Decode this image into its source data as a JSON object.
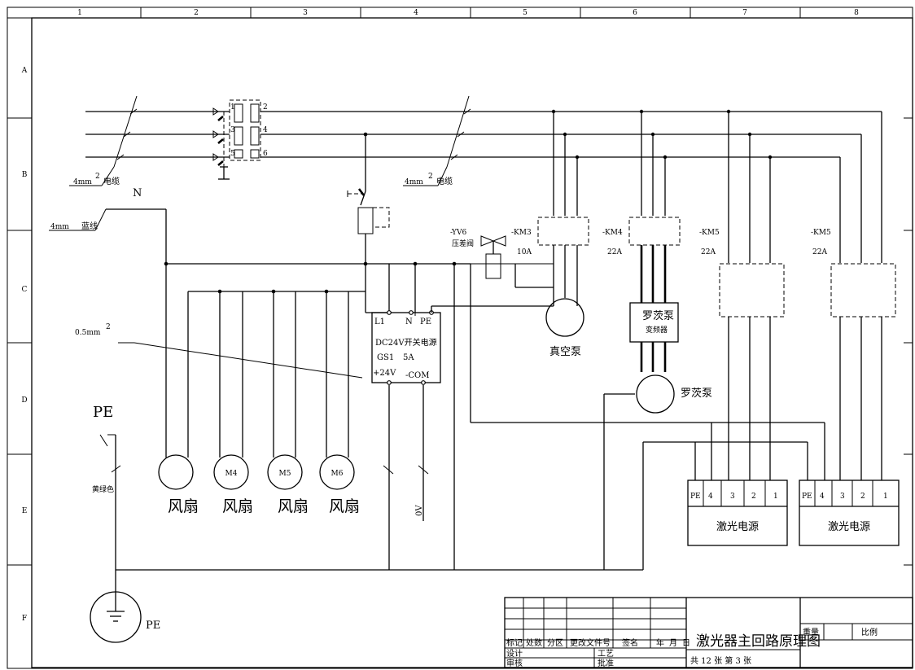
{
  "border": {
    "col_labels": [
      "1",
      "2",
      "3",
      "4",
      "5",
      "6",
      "7",
      "8"
    ],
    "row_labels": [
      "A",
      "B",
      "C",
      "D",
      "E",
      "F"
    ]
  },
  "supply": {
    "cable_label": "4mm",
    "cable_sup": "2",
    "cable_word": "电缆",
    "n_label": "N",
    "n_cable": "4mm",
    "n_word": "蓝线",
    "breaker_pins": [
      "1",
      "2",
      "3",
      "4",
      "5",
      "6"
    ]
  },
  "branch": {
    "cable_label": "4mm",
    "cable_sup": "2",
    "cable_word": "电缆"
  },
  "signal_cable": {
    "label": "0.5mm",
    "sup": "2"
  },
  "pe": {
    "label": "PE",
    "wire": "黄绿色",
    "ground_label": "PE"
  },
  "fans": {
    "motor_labels": [
      "",
      "M4",
      "M5",
      "M6"
    ],
    "fan_labels": [
      "风扇",
      "风扇",
      "风扇",
      "风扇"
    ]
  },
  "psu": {
    "terminals": [
      "L1",
      "N",
      "PE"
    ],
    "line1": "DC24V开关电源",
    "line2a": "GS1",
    "line2b": "5A",
    "out_pos": "+24V",
    "out_neg": "-COM",
    "zero_v": "0V"
  },
  "valve": {
    "tag": "-YV6",
    "name": "压差阀"
  },
  "contactors": [
    {
      "tag": "-KM3",
      "rating": "10A"
    },
    {
      "tag": "-KM4",
      "rating": "22A"
    },
    {
      "tag": "-KM5",
      "rating": "22A"
    },
    {
      "tag": "-KM5",
      "rating": "22A"
    }
  ],
  "vacuum_pump": {
    "label": "真空泵"
  },
  "roots": {
    "box_line1": "罗茨泵",
    "box_line2": "变频器",
    "motor_label": "罗茨泵"
  },
  "laser_psu": {
    "terminals": [
      "PE",
      "4",
      "3",
      "2",
      "1"
    ],
    "name": "激光电源"
  },
  "title_block": {
    "header_cells": [
      "标记",
      "处数",
      "分区",
      "更改文件号",
      "签名",
      "年",
      "月",
      "日"
    ],
    "row_design": "设计",
    "row_check": "审核",
    "craft": "工艺",
    "approve": "批准",
    "title": "激光器主回路原理图",
    "sheets": "共 12 张 第 3 张",
    "weight": "重量",
    "scale": "比例"
  }
}
